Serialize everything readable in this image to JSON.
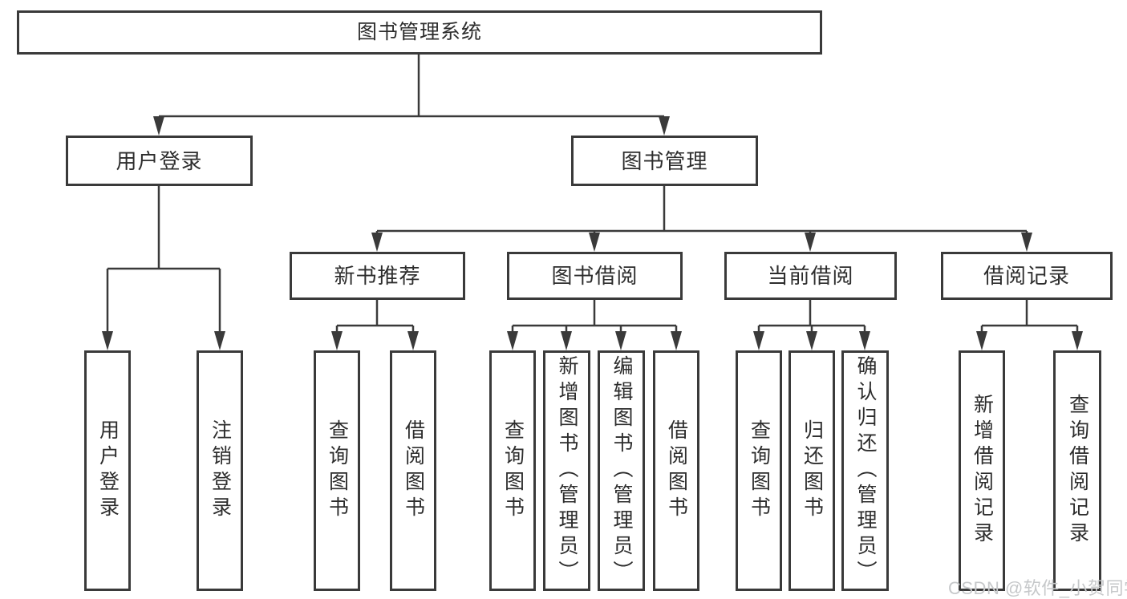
{
  "structure": {
    "label": "图书管理系统",
    "children": [
      {
        "label": "用户登录",
        "children": [
          {
            "label": "用户登录"
          },
          {
            "label": "注销登录"
          }
        ]
      },
      {
        "label": "图书管理",
        "children": [
          {
            "label": "新书推荐",
            "children": [
              {
                "label": "查询图书"
              },
              {
                "label": "借阅图书"
              }
            ]
          },
          {
            "label": "图书借阅",
            "children": [
              {
                "label": "查询图书"
              },
              {
                "label": "新增图书（管理员）"
              },
              {
                "label": "编辑图书（管理员）"
              },
              {
                "label": "借阅图书"
              }
            ]
          },
          {
            "label": "当前借阅",
            "children": [
              {
                "label": "查询图书"
              },
              {
                "label": "归还图书"
              },
              {
                "label": "确认归还（管理员）"
              }
            ]
          },
          {
            "label": "借阅记录",
            "children": [
              {
                "label": "新增借阅记录"
              },
              {
                "label": "查询借阅记录"
              }
            ]
          }
        ]
      }
    ]
  },
  "watermark": {
    "text": "CSDN @软件_小贺同学"
  },
  "colors": {
    "line": "#3a3a3a",
    "box_border": "#3a3a3a",
    "box_fill": "#ffffff",
    "text": "#2d2d2d",
    "background": "#ffffff",
    "watermark": "#c6c8ca"
  }
}
